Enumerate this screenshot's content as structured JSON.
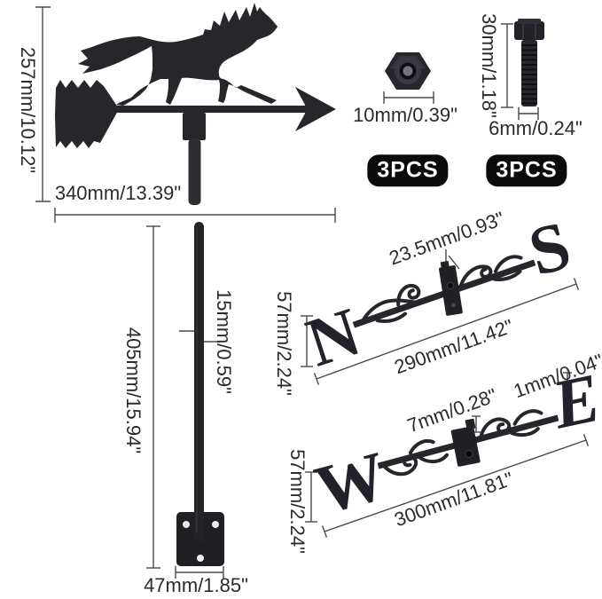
{
  "diagram": {
    "weathervane": {
      "height_label": "257mm/10.12\"",
      "width_label": "340mm/13.39\""
    },
    "nut": {
      "diameter_label": "10mm/0.39\"",
      "qty_label": "3PCS"
    },
    "bolt": {
      "length_label": "30mm/1.18\"",
      "diameter_label": "6mm/0.24\"",
      "qty_label": "3PCS"
    },
    "pole": {
      "height_label": "405mm/15.94\"",
      "rod_diameter_label": "15mm/0.59\"",
      "base_width_label": "47mm/1.85\""
    },
    "ns_bar": {
      "letter_n": "N",
      "letter_s": "S",
      "bracket_width_label": "23.5mm/0.93\"",
      "height_label": "57mm/2.24\"",
      "length_label": "290mm/11.42\""
    },
    "we_bar": {
      "letter_w": "W",
      "letter_e": "E",
      "thickness_label": "1mm/0.04\"",
      "bracket_width_label": "7mm/0.28\"",
      "height_label": "57mm/2.24\"",
      "length_label": "300mm/11.81\""
    },
    "colors": {
      "metal": "#26262b",
      "dim_line": "#4a4a4a",
      "badge_bg": "#0b0b0b",
      "badge_text": "#ffffff"
    }
  }
}
